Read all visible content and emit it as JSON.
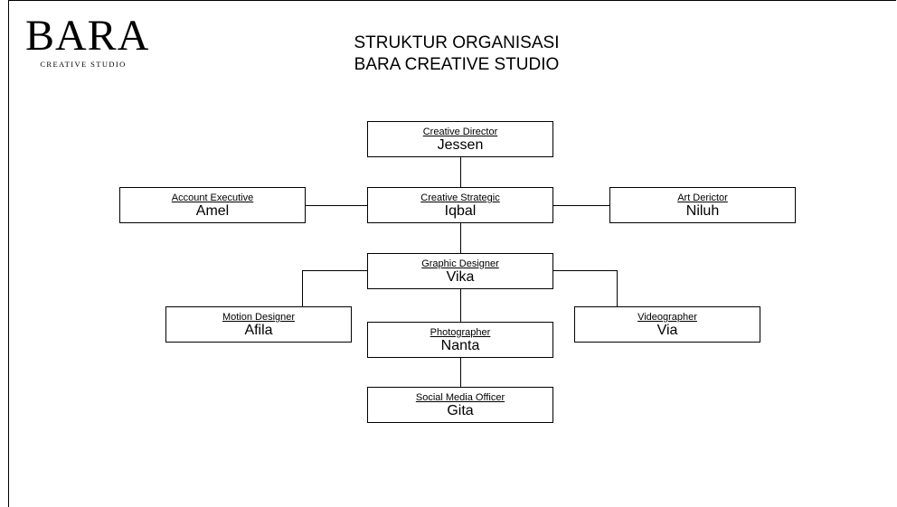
{
  "logo": {
    "word": "BARA",
    "subtitle": "CREATIVE STUDIO"
  },
  "title": {
    "line1": "STRUKTUR ORGANISASI",
    "line2": "BARA CREATIVE STUDIO"
  },
  "nodes": {
    "creative_director": {
      "role": "Creative Director",
      "name": "Jessen"
    },
    "account_executive": {
      "role": "Account Executive",
      "name": "Amel"
    },
    "creative_strategic": {
      "role": "Creative Strategic",
      "name": "Iqbal"
    },
    "art_director": {
      "role": "Art Derictor",
      "name": "Niluh"
    },
    "graphic_designer": {
      "role": "Graphic Designer",
      "name": "Vika"
    },
    "motion_designer": {
      "role": "Motion Designer",
      "name": "Afila"
    },
    "photographer": {
      "role": "Photographer",
      "name": "Nanta"
    },
    "videographer": {
      "role": "Videographer",
      "name": "Via"
    },
    "social_media_officer": {
      "role": "Social Media Officer",
      "name": "Gita"
    }
  }
}
